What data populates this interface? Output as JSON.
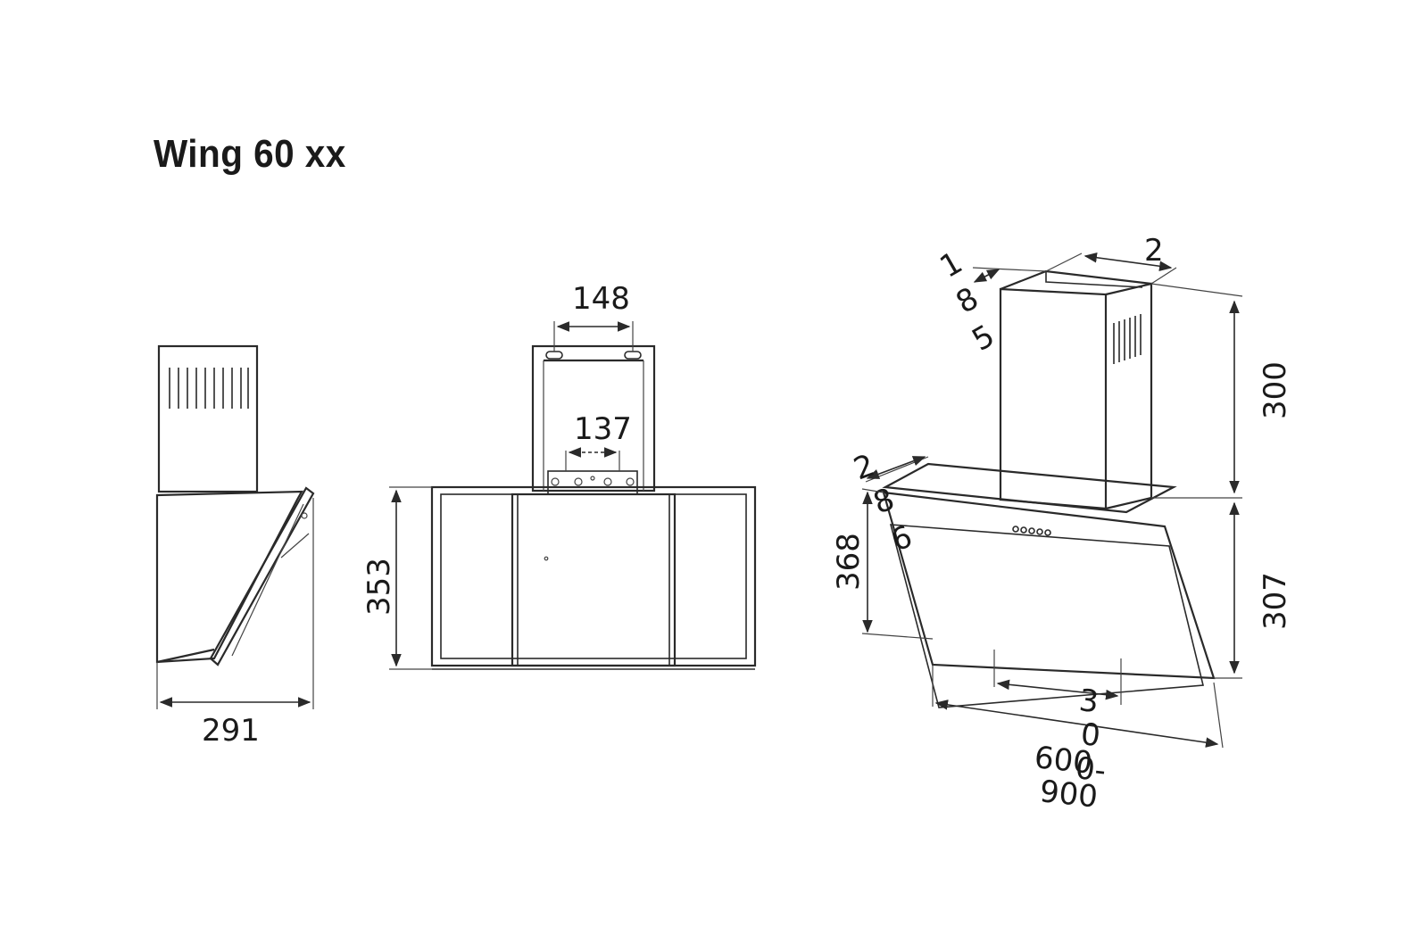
{
  "title": "Wing 60 xx",
  "dimensions": {
    "side_depth": "291",
    "front_top_width": "148",
    "front_mount_width": "137",
    "front_height": "353",
    "iso_chimney_left_1": "1",
    "iso_chimney_left_2": "8",
    "iso_chimney_left_3": "5",
    "iso_chimney_top": "2",
    "iso_chimney_height": "300",
    "iso_hood_height": "307",
    "iso_total_left_1": "2",
    "iso_total_left_2": "8",
    "iso_total_left_3": "6",
    "iso_body_height": "368",
    "iso_bottom_inner": "3",
    "iso_width_a": "0",
    "iso_width_b": "600",
    "iso_width_c": "0-",
    "iso_width_d": "900"
  }
}
